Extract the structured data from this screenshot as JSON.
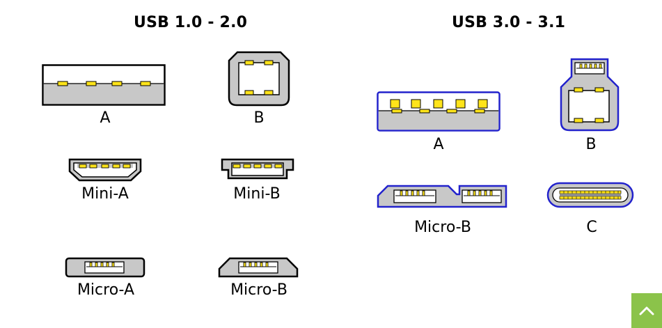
{
  "sections": {
    "usb2": {
      "heading": "USB 1.0 - 2.0",
      "connectors": {
        "a": "A",
        "b": "B",
        "mini_a": "Mini-A",
        "mini_b": "Mini-B",
        "micro_a": "Micro-A",
        "micro_b": "Micro-B"
      }
    },
    "usb3": {
      "heading": "USB 3.0 - 3.1",
      "connectors": {
        "a": "A",
        "b": "B",
        "micro_b": "Micro-B",
        "c": "C"
      }
    }
  },
  "colors": {
    "body_gray": "#c8c8c8",
    "pin_yellow": "#ffe41a",
    "usb3_blue": "#2222cc",
    "outline": "#000000",
    "scroll_button": "#8bc34a"
  },
  "scroll_top_icon": "chevron-up-icon"
}
